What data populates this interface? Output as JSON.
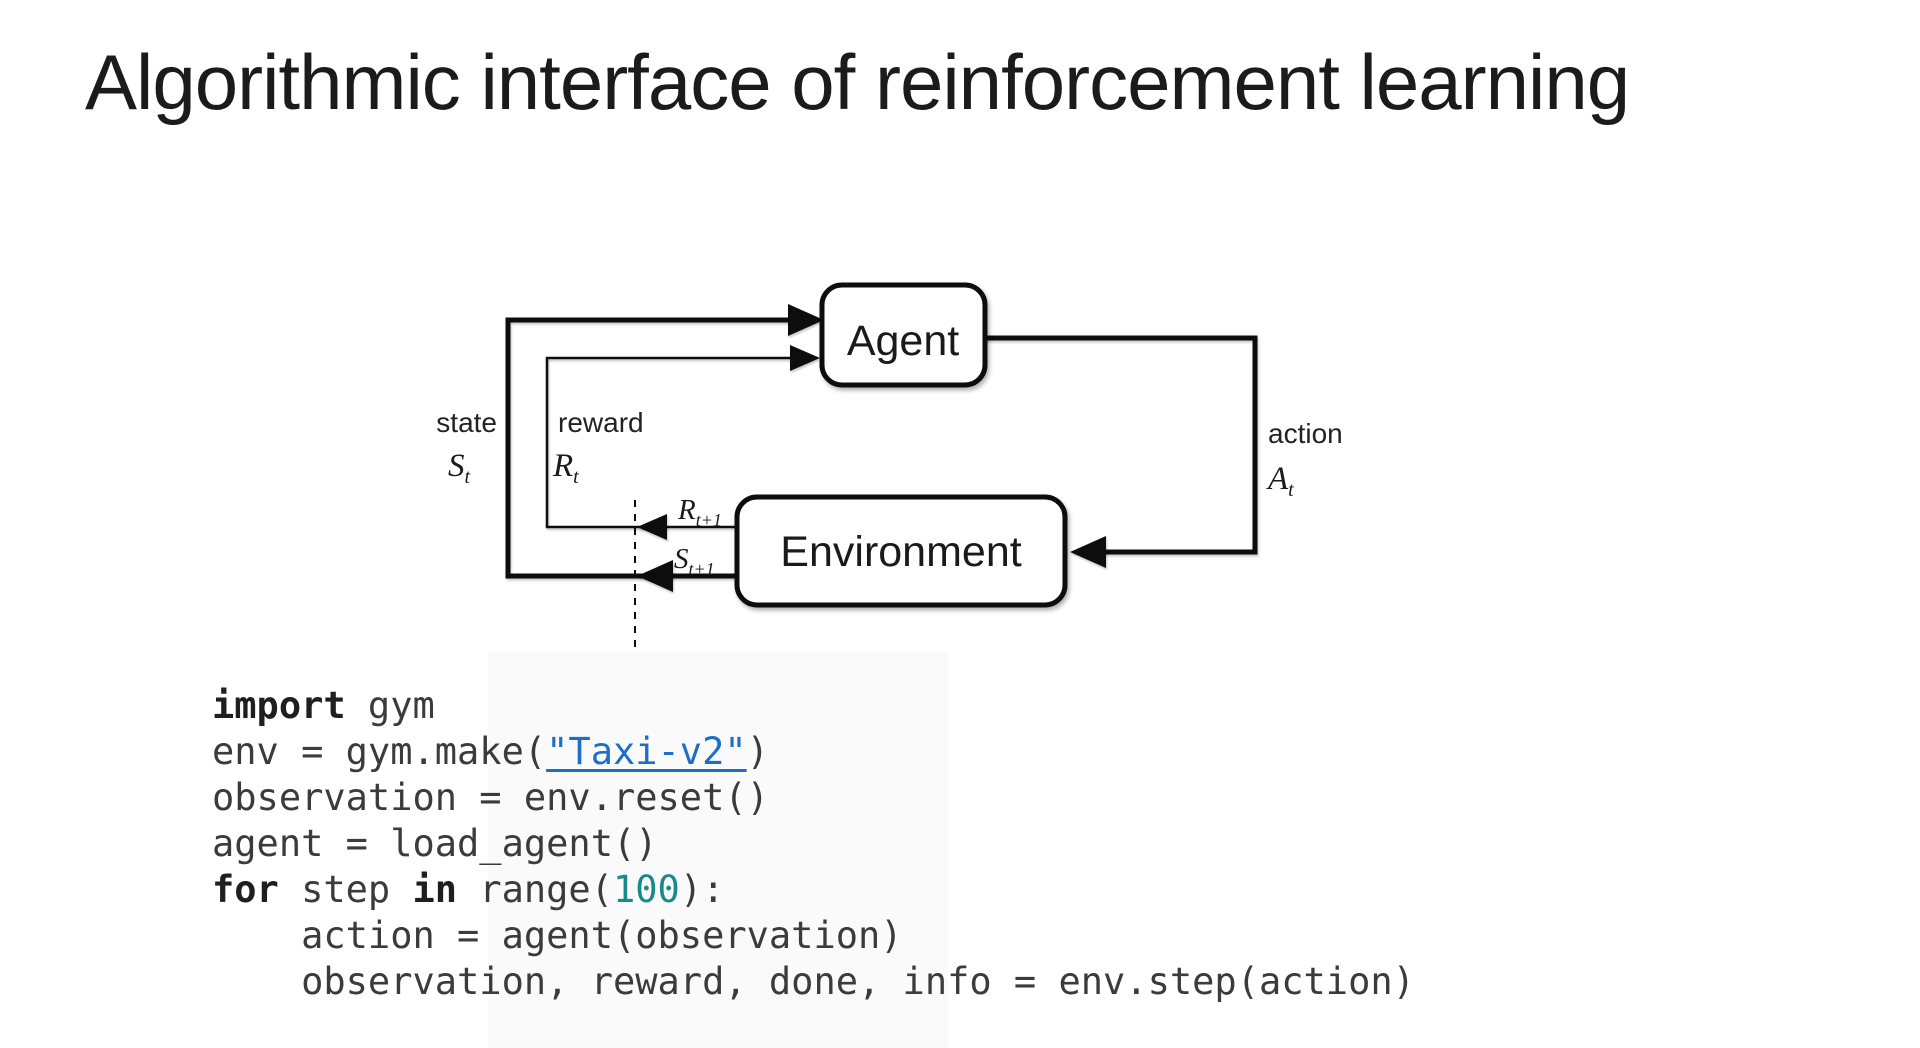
{
  "slide": {
    "title": "Algorithmic interface of reinforcement learning",
    "background": "#ffffff"
  },
  "diagram": {
    "agent_label": "Agent",
    "environment_label": "Environment",
    "state": {
      "label": "state",
      "symbol": "S",
      "subscript": "t"
    },
    "reward": {
      "label": "reward",
      "symbol": "R",
      "subscript": "t"
    },
    "action": {
      "label": "action",
      "symbol": "A",
      "subscript": "t"
    },
    "next_reward": {
      "symbol": "R",
      "subscript": "t+1"
    },
    "next_state": {
      "symbol": "S",
      "subscript": "t+1"
    },
    "stroke_color": "#0d0d0d"
  },
  "code": {
    "lines": [
      [
        {
          "t": "import",
          "c": "kw"
        },
        {
          "t": " gym",
          "c": "plain"
        }
      ],
      [
        {
          "t": "env = gym.make(",
          "c": "plain"
        },
        {
          "t": "\"Taxi-v2\"",
          "c": "link"
        },
        {
          "t": ")",
          "c": "plain"
        }
      ],
      [
        {
          "t": "observation = env.reset()",
          "c": "plain"
        }
      ],
      [
        {
          "t": "agent = load_agent()",
          "c": "plain"
        }
      ],
      [
        {
          "t": "for",
          "c": "kw"
        },
        {
          "t": " step ",
          "c": "plain"
        },
        {
          "t": "in",
          "c": "kw"
        },
        {
          "t": " range(",
          "c": "plain"
        },
        {
          "t": "100",
          "c": "num"
        },
        {
          "t": "):",
          "c": "plain"
        }
      ],
      [
        {
          "t": "    action = agent(observation)",
          "c": "plain"
        }
      ],
      [
        {
          "t": "    observation, reward, done, info = env.step(action)",
          "c": "plain"
        }
      ]
    ]
  },
  "colors": {
    "code_text": "#3b3b3b",
    "keyword": "#1f1f1f",
    "number": "#178a8c",
    "link": "#1c6fc8"
  }
}
